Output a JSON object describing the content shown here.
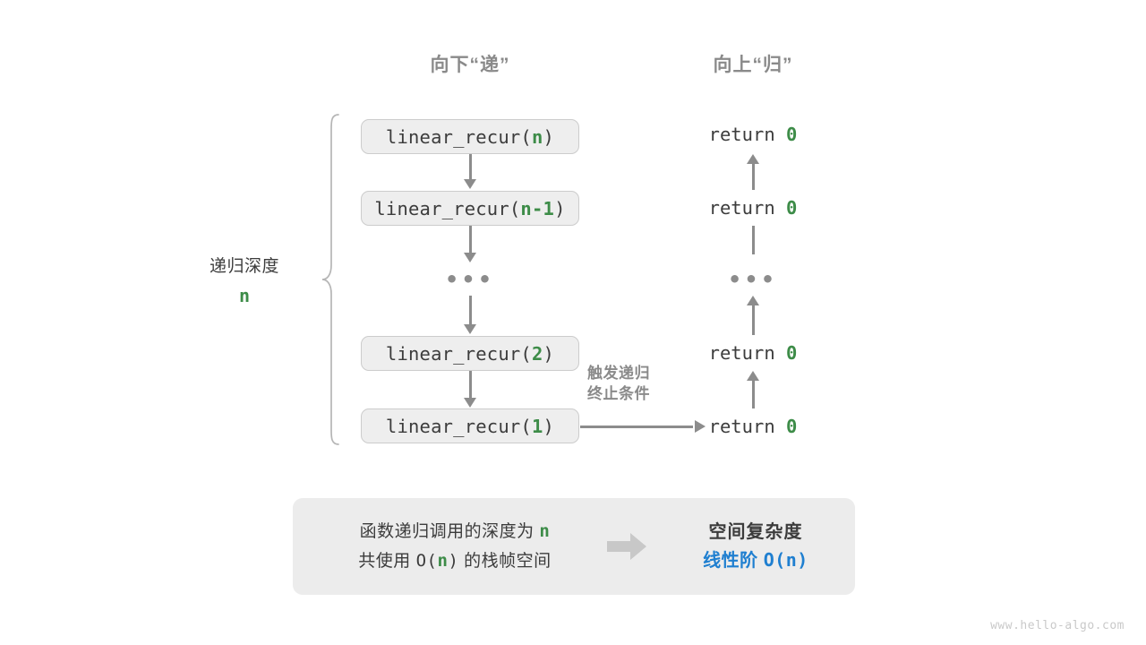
{
  "headers": {
    "down": "向下“递”",
    "up": "向上“归”"
  },
  "depth": {
    "label": "递归深度",
    "value": "n"
  },
  "call_stack": [
    {
      "prefix": "linear_recur(",
      "arg": "n",
      "suffix": ")"
    },
    {
      "prefix": "linear_recur(",
      "arg": "n-1",
      "suffix": ")"
    },
    {
      "ellipsis": "•••"
    },
    {
      "prefix": "linear_recur(",
      "arg": "2",
      "suffix": ")"
    },
    {
      "prefix": "linear_recur(",
      "arg": "1",
      "suffix": ")"
    }
  ],
  "returns": [
    {
      "text": "return ",
      "value": "0"
    },
    {
      "text": "return ",
      "value": "0"
    },
    {
      "ellipsis": "•••"
    },
    {
      "text": "return ",
      "value": "0"
    },
    {
      "text": "return ",
      "value": "0"
    }
  ],
  "terminate_note": {
    "line1": "触发递归",
    "line2": "终止条件"
  },
  "summary": {
    "left_line1_a": "函数递归调用的深度为",
    "left_line1_b": "n",
    "left_line2_a": "共使用",
    "left_line2_b": "O(",
    "left_line2_c": "n",
    "left_line2_d": ")",
    "left_line2_e": "的栈帧空间",
    "arrow_icon": "right-block-arrow-icon",
    "right_title": "空间复杂度",
    "right_value_a": "线性阶",
    "right_value_b": "O(n)"
  },
  "watermark": "www.hello-algo.com",
  "colors": {
    "accent_green": "#3d8c48",
    "accent_blue": "#1f7fd0",
    "box_fill": "#eeeeee",
    "box_border": "#cccccc",
    "arrow_gray": "#8c8c8c",
    "panel_fill": "#ececec",
    "text_dark": "#3c3c3c",
    "text_muted": "#8a8a8a"
  }
}
